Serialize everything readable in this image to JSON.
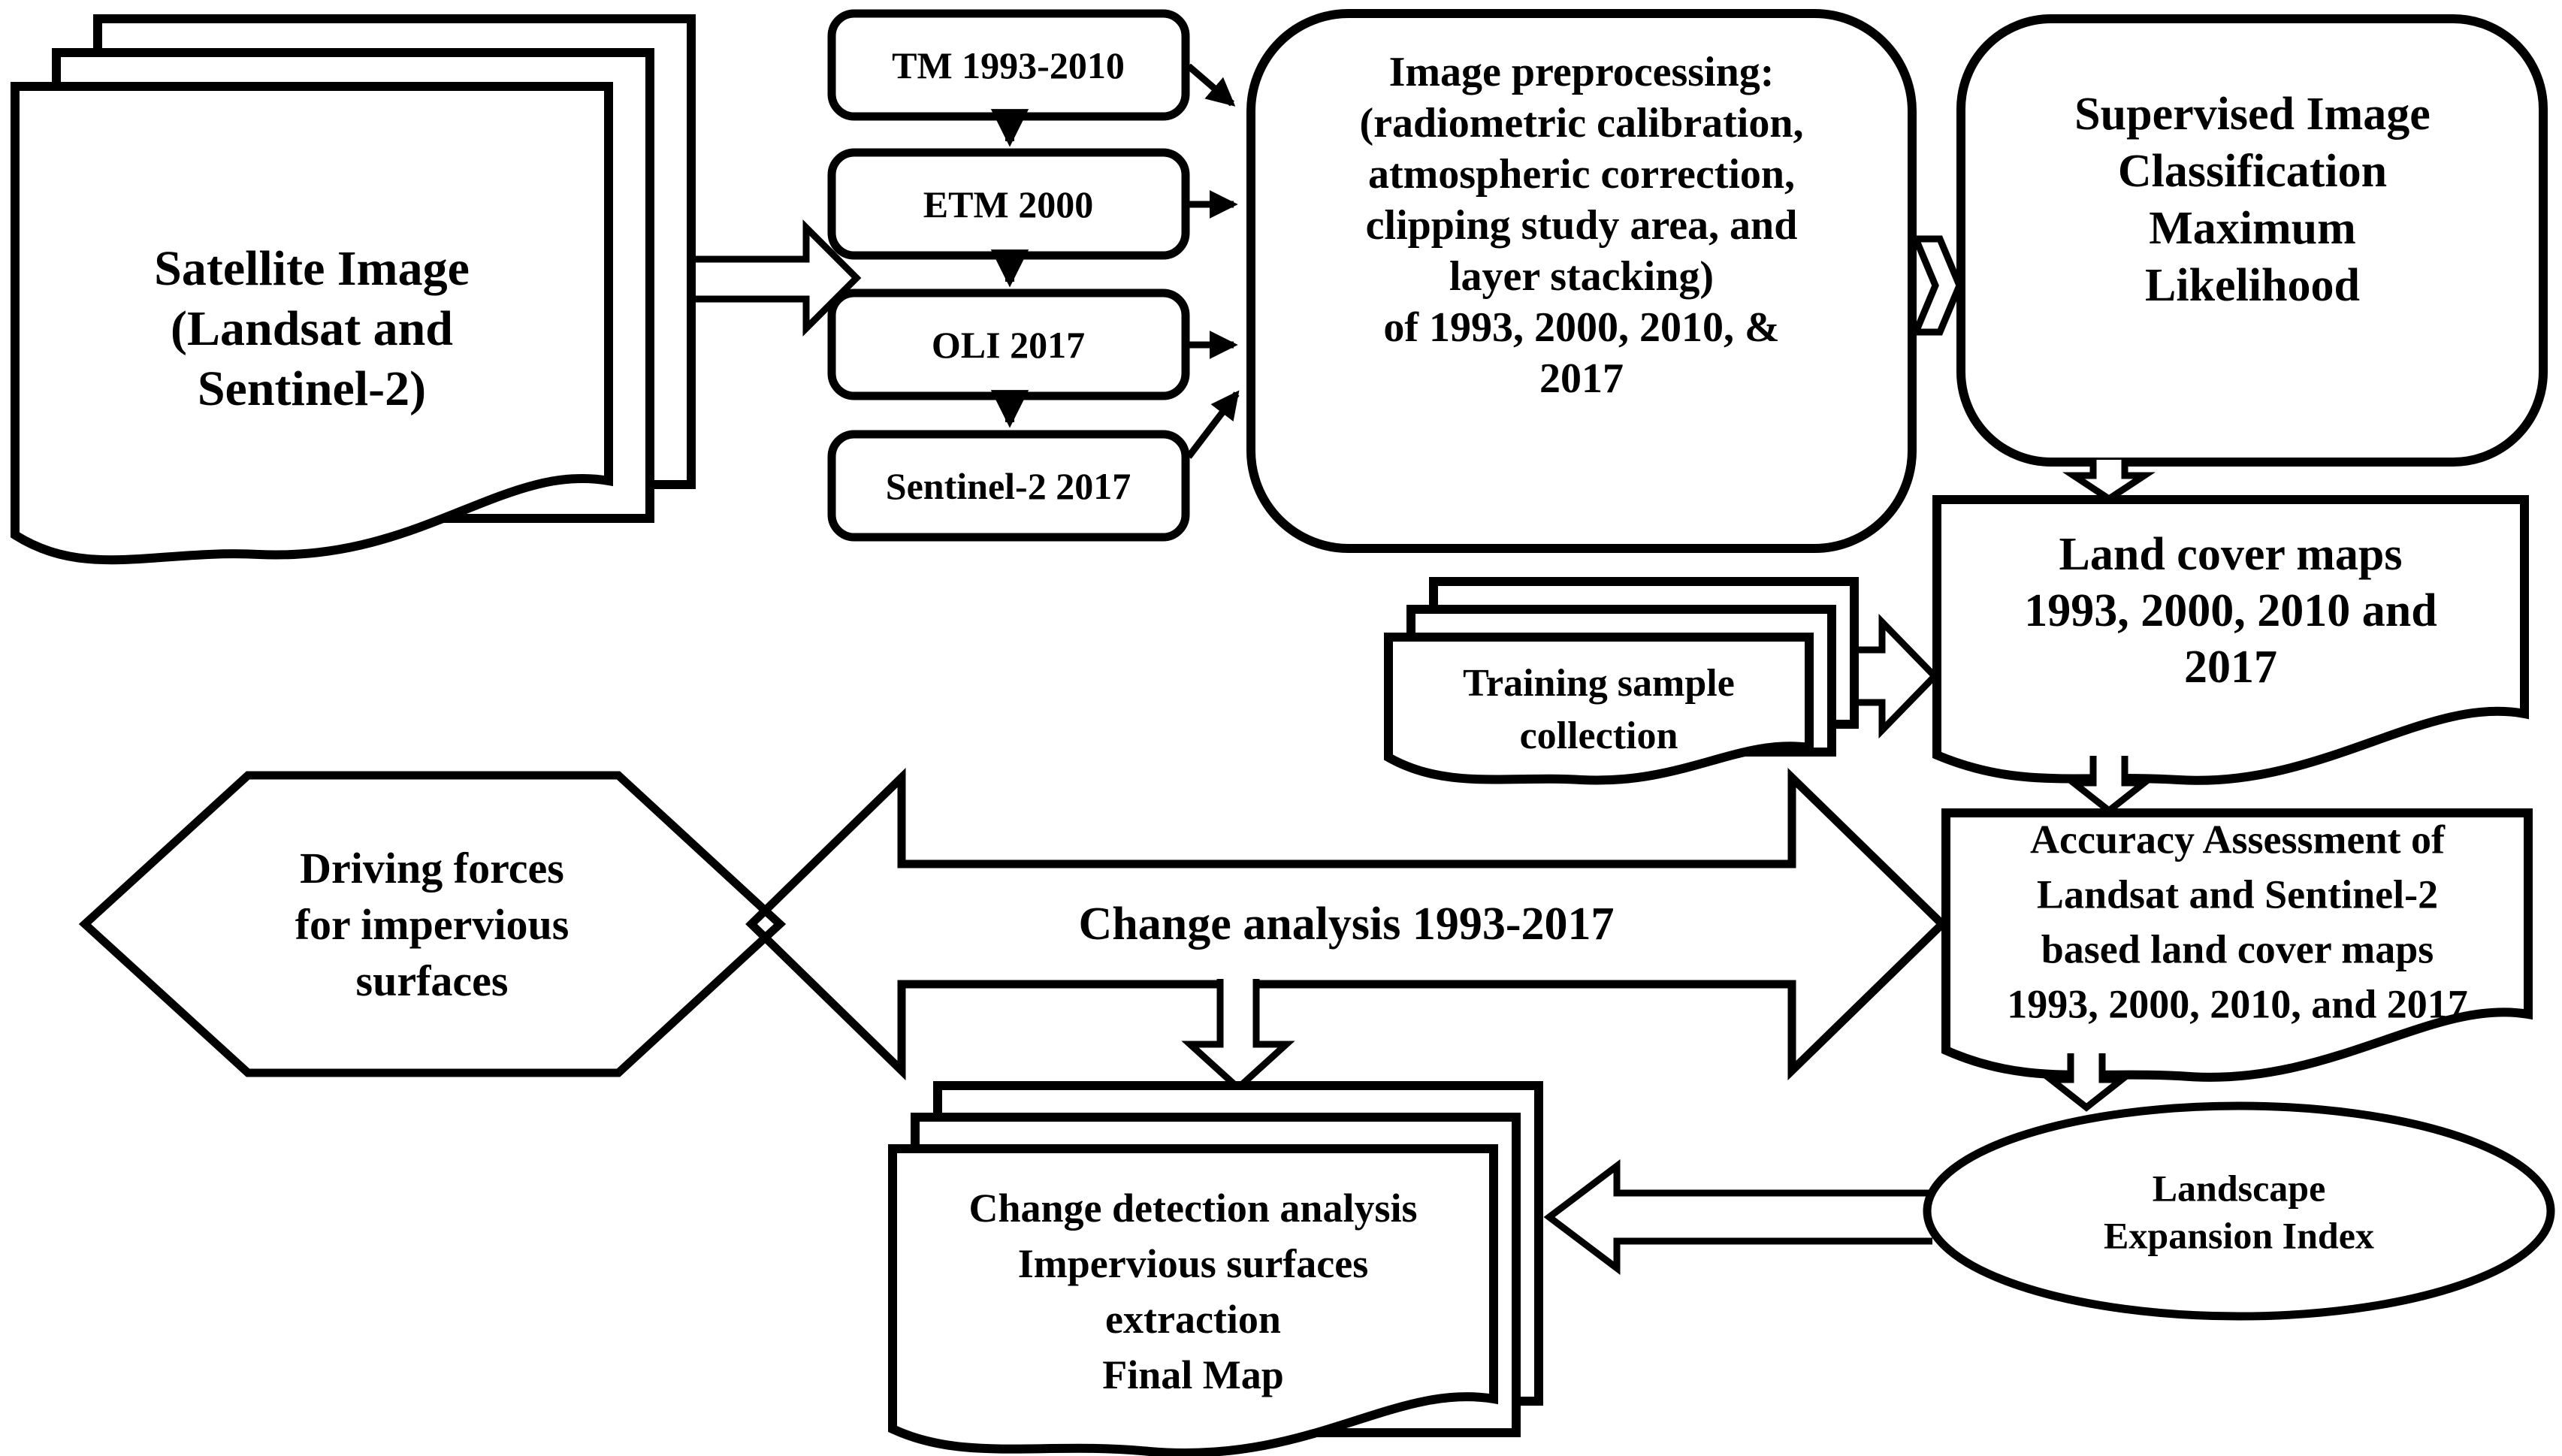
{
  "figure": {
    "background_color": "#ffffff",
    "ink_color": "#000000",
    "nodes": {
      "satellite_image": {
        "label": "Satellite Image\n(Landsat and\nSentinel-2)",
        "shape": "stacked-documents"
      },
      "tm": {
        "label": "TM 1993-2010",
        "shape": "rounded-rect"
      },
      "etm": {
        "label": "ETM 2000",
        "shape": "rounded-rect"
      },
      "oli": {
        "label": "OLI 2017",
        "shape": "rounded-rect"
      },
      "sentinel2": {
        "label": "Sentinel-2 2017",
        "shape": "rounded-rect"
      },
      "preprocessing": {
        "label": "Image preprocessing:\n(radiometric calibration,\natmospheric correction,\nclipping study area, and\nlayer stacking)\nof 1993, 2000, 2010, &\n2017",
        "shape": "rounded-rect"
      },
      "classification": {
        "label": "Supervised Image\nClassification\nMaximum\nLikelihood",
        "shape": "rounded-rect"
      },
      "training": {
        "label": "Training sample\ncollection",
        "shape": "stacked-documents"
      },
      "land_cover": {
        "label": "Land cover maps\n1993, 2000, 2010 and\n2017",
        "shape": "document"
      },
      "accuracy": {
        "label": "Accuracy Assessment of\nLandsat and Sentinel-2\nbased land cover maps\n1993, 2000, 2010, and 2017",
        "shape": "document"
      },
      "lei": {
        "label": "Landscape\nExpansion Index",
        "shape": "ellipse"
      },
      "driving_forces": {
        "label": "Driving forces\nfor impervious\nsurfaces",
        "shape": "hexagon"
      },
      "change_analysis": {
        "label": "Change analysis 1993-2017",
        "shape": "double-headed-arrow"
      },
      "change_detection": {
        "label": "Change detection analysis\nImpervious surfaces\nextraction\nFinal Map",
        "shape": "stacked-documents"
      }
    },
    "edges": [
      {
        "from": "satellite_image",
        "to": "sensor_boxes"
      },
      {
        "from": "tm",
        "to": "etm"
      },
      {
        "from": "etm",
        "to": "oli"
      },
      {
        "from": "oli",
        "to": "sentinel2"
      },
      {
        "from": "tm",
        "to": "preprocessing"
      },
      {
        "from": "etm",
        "to": "preprocessing"
      },
      {
        "from": "oli",
        "to": "preprocessing"
      },
      {
        "from": "sentinel2",
        "to": "preprocessing"
      },
      {
        "from": "preprocessing",
        "to": "classification"
      },
      {
        "from": "classification",
        "to": "land_cover"
      },
      {
        "from": "training",
        "to": "land_cover"
      },
      {
        "from": "land_cover",
        "to": "accuracy"
      },
      {
        "from": "accuracy",
        "to": "lei"
      },
      {
        "from": "lei",
        "to": "change_detection"
      },
      {
        "from": "change_analysis",
        "to": "change_detection"
      },
      {
        "from": "change_analysis",
        "to": "driving_forces"
      },
      {
        "from": "change_analysis",
        "to": "accuracy"
      }
    ]
  }
}
